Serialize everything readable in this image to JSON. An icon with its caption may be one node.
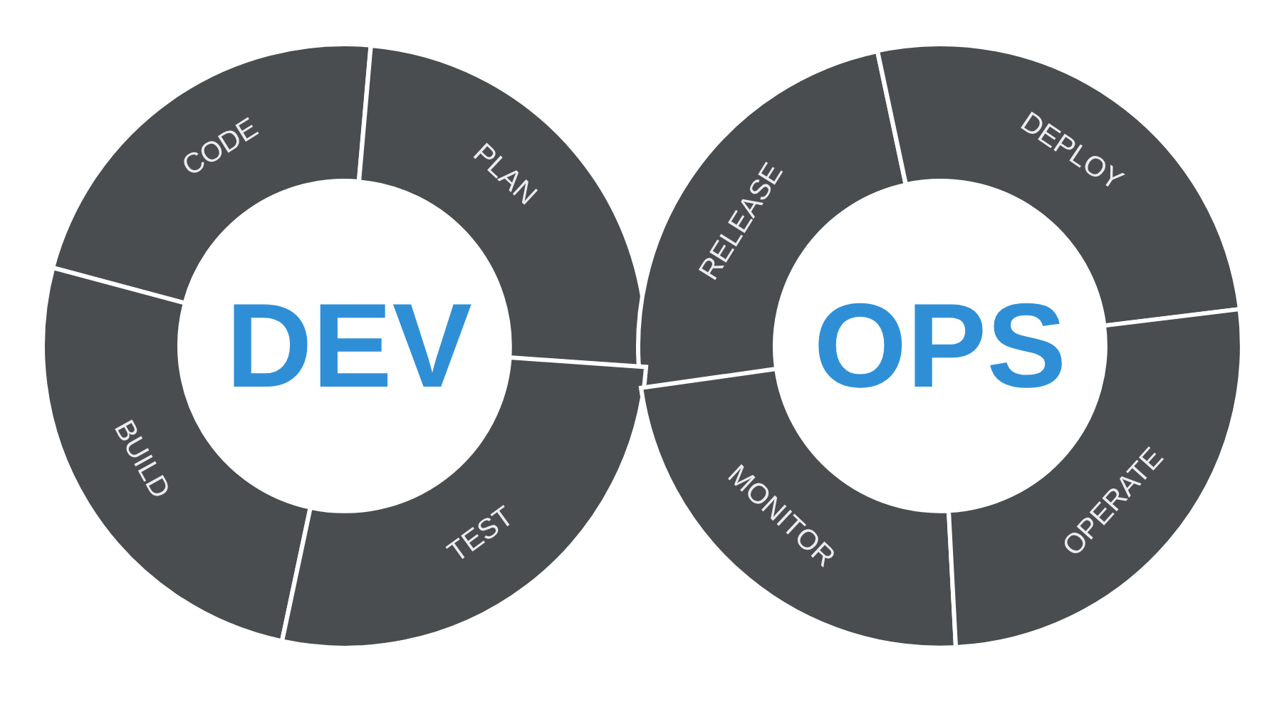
{
  "diagram": {
    "nodes": [
      {
        "text": [
          "CODE"
        ]
      },
      {
        "text": [
          "PLAN"
        ]
      },
      {
        "text": [
          "RELEASE"
        ]
      },
      {
        "text": [
          "DEPLOY"
        ]
      },
      {
        "text": [
          "BUILD"
        ]
      },
      {
        "text": [
          "TEST"
        ]
      },
      {
        "text": [
          "MONITOR"
        ]
      },
      {
        "text": [
          "OPERATE"
        ]
      }
    ],
    "labels": [
      "DEV",
      "OPS"
    ]
  }
}
